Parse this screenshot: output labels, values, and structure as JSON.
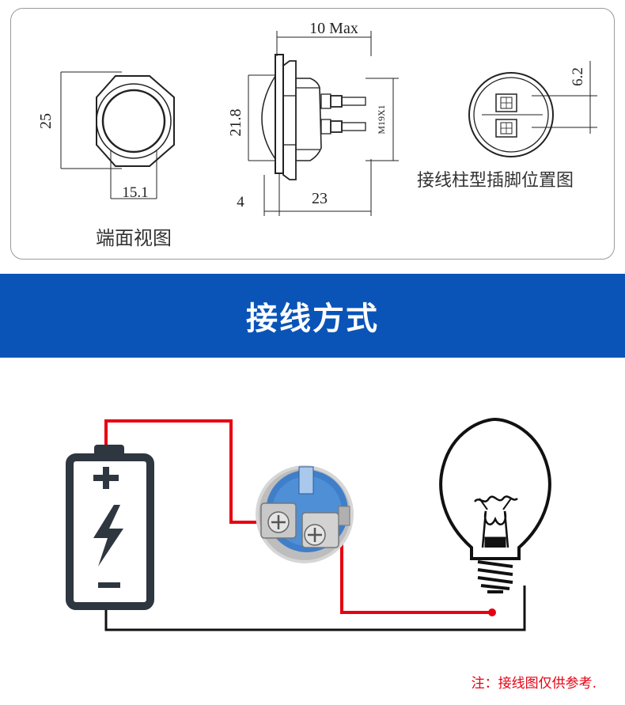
{
  "drawing": {
    "end_view": {
      "caption": "端面视图",
      "height_dim": "25",
      "width_dim": "15.1"
    },
    "side_view": {
      "length_dim": "10 Max",
      "height_dim": "21.8",
      "flange_dim": "4",
      "body_dim": "23",
      "thread_label": "M19X1"
    },
    "terminal_view": {
      "caption": "接线柱型插脚位置图",
      "spacing_dim": "6.2"
    }
  },
  "banner": {
    "title": "接线方式",
    "color": "#0a54b8"
  },
  "wiring": {
    "wire_color": "#e60012",
    "ground_color": "#111111",
    "battery_plus": "+",
    "battery_minus": "−",
    "switch_color": "#3f7fc9"
  },
  "note": {
    "text": "注：接线图仅供参考."
  }
}
